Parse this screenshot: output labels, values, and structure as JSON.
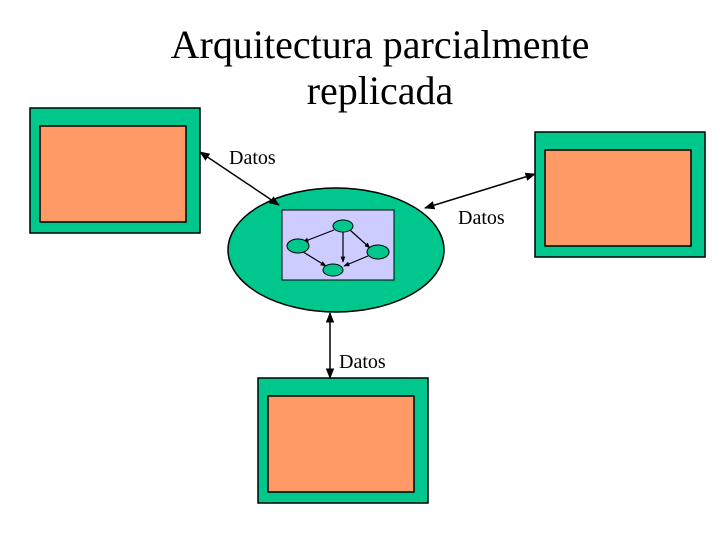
{
  "slide": {
    "title_line1": "Arquitectura parcialmente",
    "title_line2": "replicada"
  },
  "diagram": {
    "labels": {
      "left": "Datos",
      "right": "Datos",
      "bottom": "Datos"
    },
    "colors": {
      "frame": "#00c88c",
      "screen": "#ff9966",
      "core": "#ccccff",
      "node": "#00c88c",
      "stroke": "#000000"
    }
  }
}
